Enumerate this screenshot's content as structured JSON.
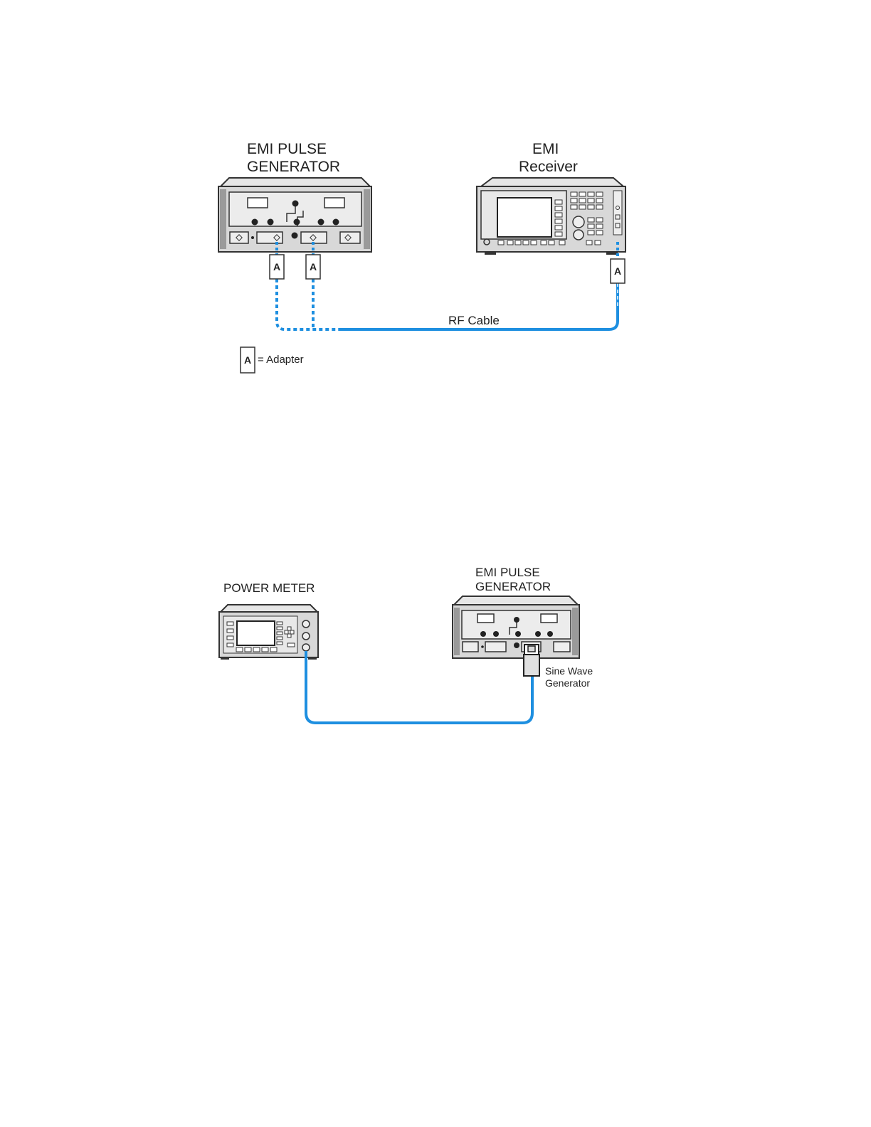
{
  "diagram1": {
    "pulse_generator_label_line1": "EMI PULSE",
    "pulse_generator_label_line2": "GENERATOR",
    "receiver_label_line1": "EMI",
    "receiver_label_line2": "Receiver",
    "adapter_letter": "A",
    "cable_label": "RF Cable",
    "legend_letter": "A",
    "legend_text": "= Adapter"
  },
  "diagram2": {
    "power_meter_label": "POWER METER",
    "pulse_generator_label_line1": "EMI PULSE",
    "pulse_generator_label_line2": "GENERATOR",
    "sine_wave_label_line1": "Sine Wave",
    "sine_wave_label_line2": "Generator"
  },
  "colors": {
    "cable": "#1e8fe0",
    "instrument_body": "#d8d8d8",
    "instrument_outline": "#333333"
  }
}
